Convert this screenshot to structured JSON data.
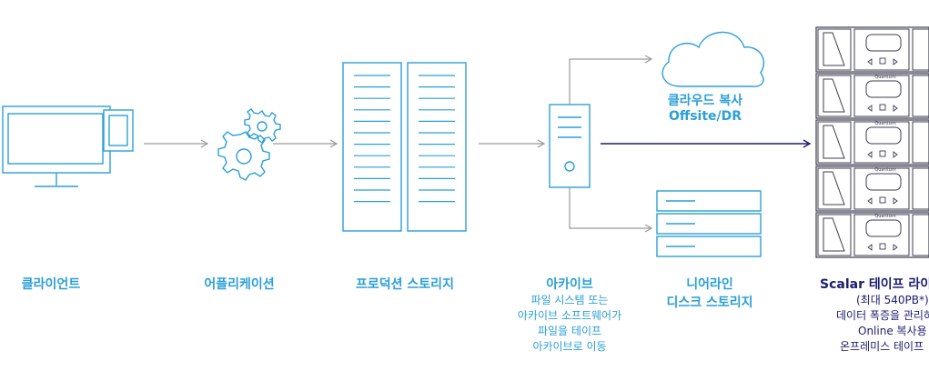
{
  "labels": {
    "client": "클라이언트",
    "application": "어플리케이션",
    "production_storage": "프로덕션 스토리지",
    "archive_title": "아카이브",
    "archive_desc": [
      "파일 시스템 또는",
      "아카이브 소프트웨어가",
      "파일을 테이프",
      "아카이브로 이동"
    ],
    "cloud_title": "클라우드 복사",
    "cloud_sub": "Offsite/DR",
    "nearline_line1": "니어라인",
    "nearline_line2": "디스크 스토리지",
    "scalar_title": "Scalar 테이프 라이브",
    "scalar_desc": [
      "(최대 540PB*):",
      "데이터 폭증을 관리하",
      "Online 복사용",
      "온프레미스 테이프"
    ]
  },
  "library_brand": "Quantum",
  "colors": {
    "accent": "#2a9fd8",
    "dark": "#1c1c6e",
    "arrow": "#9a9a9a",
    "outline": "#3c3c50"
  }
}
